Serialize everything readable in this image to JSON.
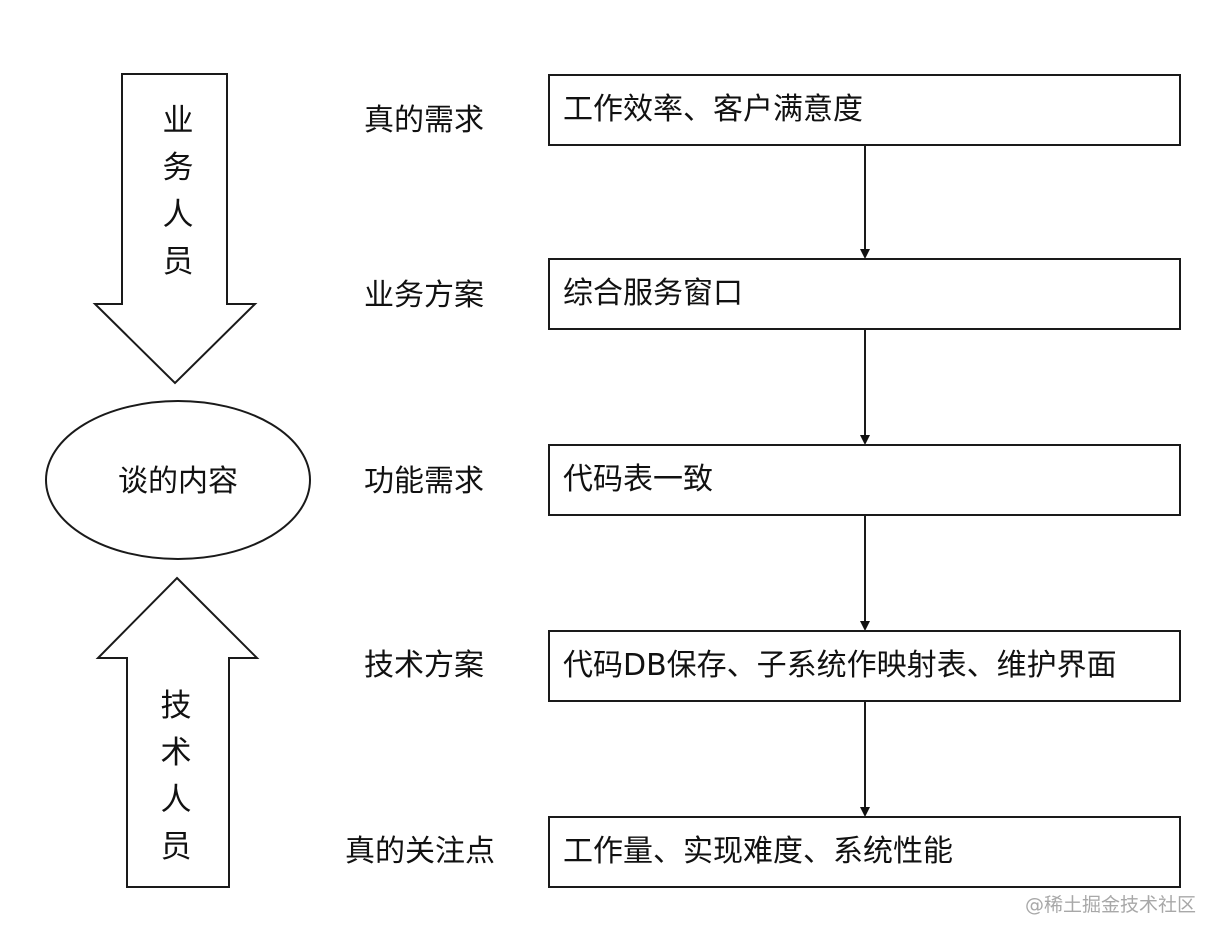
{
  "left_panel": {
    "top_arrow_text": [
      "业",
      "务",
      "人",
      "员"
    ],
    "bottom_arrow_text": [
      "技",
      "术",
      "人",
      "员"
    ],
    "center_ellipse_text": "谈的内容"
  },
  "rows": [
    {
      "label": "真的需求",
      "content": "工作效率、客户满意度"
    },
    {
      "label": "业务方案",
      "content": "综合服务窗口"
    },
    {
      "label": "功能需求",
      "content": "代码表一致"
    },
    {
      "label": "技术方案",
      "content": "代码DB保存、子系统作映射表、维护界面"
    },
    {
      "label": "真的关注点",
      "content": "工作量、实现难度、系统性能"
    }
  ],
  "watermark": "@稀土掘金技术社区"
}
